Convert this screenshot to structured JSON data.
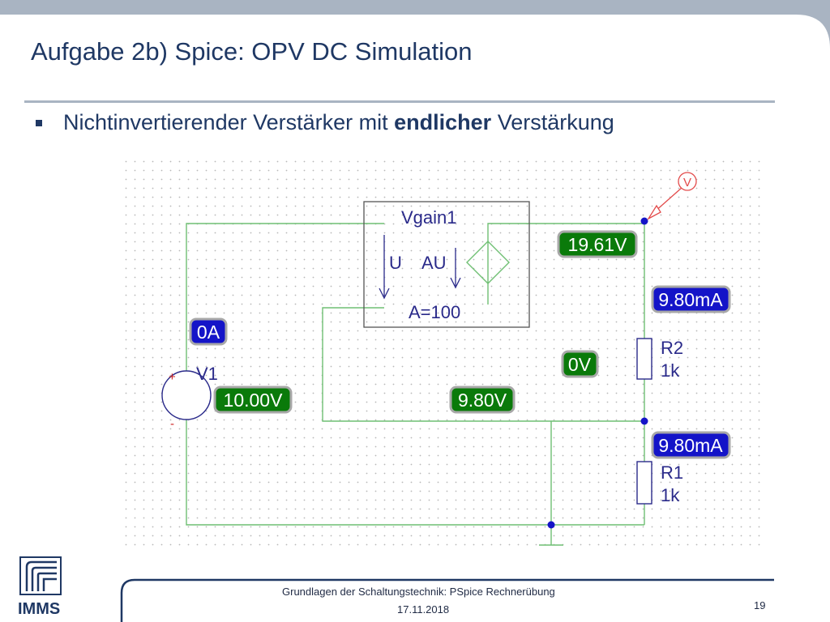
{
  "slide": {
    "title": "Aufgabe 2b) Spice: OPV DC Simulation",
    "bullet": {
      "text_before": "Nichtinvertierender Verstärker mit ",
      "text_bold": "endlicher",
      "text_after": " Verstärkung"
    }
  },
  "schematic": {
    "probe_label": "V",
    "opamp": {
      "name": "Vgain1",
      "input_label": "U",
      "output_label": "AU",
      "gain": "A=100"
    },
    "source": {
      "name": "V1",
      "plus": "+",
      "minus": "-"
    },
    "resistors": [
      {
        "name": "R2",
        "value": "1k"
      },
      {
        "name": "R1",
        "value": "1k"
      }
    ],
    "voltage_labels": {
      "out": "19.61V",
      "diff": "0V",
      "source": "10.00V",
      "feedback": "9.80V"
    },
    "current_labels": {
      "source": "0A",
      "r2": "9.80mA",
      "r1": "9.80mA"
    }
  },
  "footer": {
    "logo": "IMMS",
    "course": "Grundlagen der Schaltungstechnik: PSpice Rechnerübung",
    "date": "17.11.2018",
    "page": "19"
  },
  "colors": {
    "title": "#1f3864",
    "wire": "#6fbf73",
    "voltage_label_bg": "#0a7a0a",
    "current_label_bg": "#1414c8",
    "label_border": "#a8a8a8",
    "probe": "#e34b4b"
  }
}
